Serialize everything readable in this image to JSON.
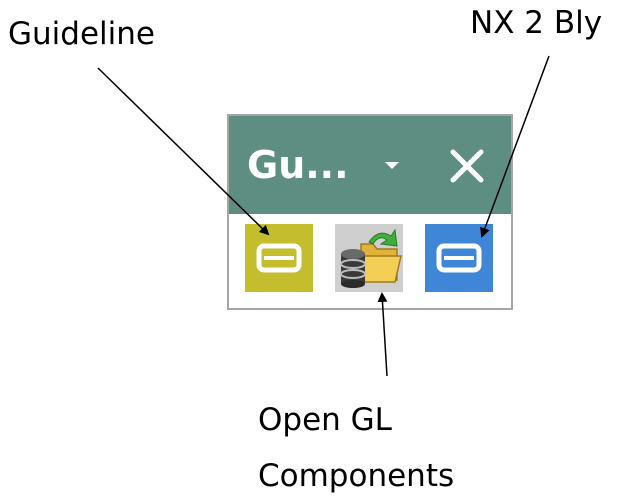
{
  "callouts": {
    "guideline": "Guideline",
    "nx2bly": "NX 2 Bly",
    "opengl_line1": "Open GL",
    "opengl_line2": "Components"
  },
  "panel": {
    "title": "Gu...",
    "dropdown_icon": "chevron-down-icon",
    "close_icon": "close-icon"
  },
  "toolbar": [
    {
      "id": "guideline",
      "icon": "b-logo-icon",
      "color": "#c4bd2e"
    },
    {
      "id": "opengl",
      "icon": "open-folder-database-icon",
      "color": "#cfcfcf"
    },
    {
      "id": "nx2bly",
      "icon": "b-logo-icon",
      "color": "#3f87d6"
    }
  ],
  "colors": {
    "titlebar": "#5e8d82",
    "panel_border": "#a6a6a6"
  }
}
